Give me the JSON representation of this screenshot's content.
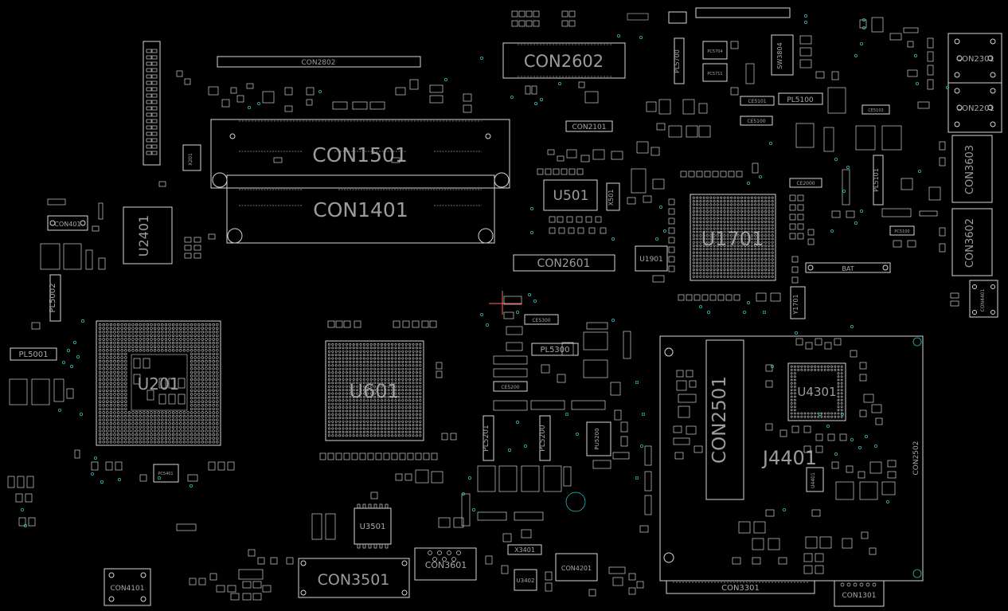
{
  "board": {
    "background": "#000000",
    "outline_color": "#d6d6d6",
    "label_color": "#9c9c9c",
    "via_color": "#36b5b5",
    "cursor_color": "#ff6a6a"
  },
  "labels": {
    "con2602": "CON2602",
    "con2802": "CON2802",
    "con1501": "CON1501",
    "con1401": "CON1401",
    "con2601": "CON2601",
    "con2101": "CON2101",
    "u501": "U501",
    "u1701": "U1701",
    "u1901": "U1901",
    "u2401": "U2401",
    "con401": "CON401",
    "pl5001": "PL5001",
    "pl5002": "PL5002",
    "u201": "U201",
    "u601": "U601",
    "pc5401": "PC5401",
    "pl5300": "PL5300",
    "pl5201": "PL5201",
    "pl5200": "PL5200",
    "pu5200": "PU5200",
    "ce5300": "CE5300",
    "ce5200": "CE5200",
    "u3501": "U3501",
    "con3501": "CON3501",
    "con3601": "CON3601",
    "x3401": "X3401",
    "u3402": "U3402",
    "con4201": "CON4201",
    "con4101": "CON4101",
    "con2501": "CON2501",
    "j4401": "J4401",
    "u4301": "U4301",
    "u4401": "U4401",
    "con2502": "CON2502",
    "con3301": "CON3301",
    "con1301": "CON1301",
    "con2301": "CON2301",
    "con2201": "CON2201",
    "con3603": "CON3603",
    "con3602": "CON3602",
    "con4401": "CON4401",
    "sw3804": "SW3804",
    "pl5700": "PL5700",
    "pl5100": "PL5100",
    "pl5101": "PL5101",
    "bat": "BAT",
    "x501": "X501",
    "x201": "X201",
    "y1701": "Y1701",
    "pc5704": "PC5704",
    "pc5711": "PC5711",
    "ce5101": "CE5101",
    "ce5100": "CE5100",
    "ce2000": "CE2000",
    "ce5103": "CE5103",
    "pc5100": "PC5100"
  }
}
